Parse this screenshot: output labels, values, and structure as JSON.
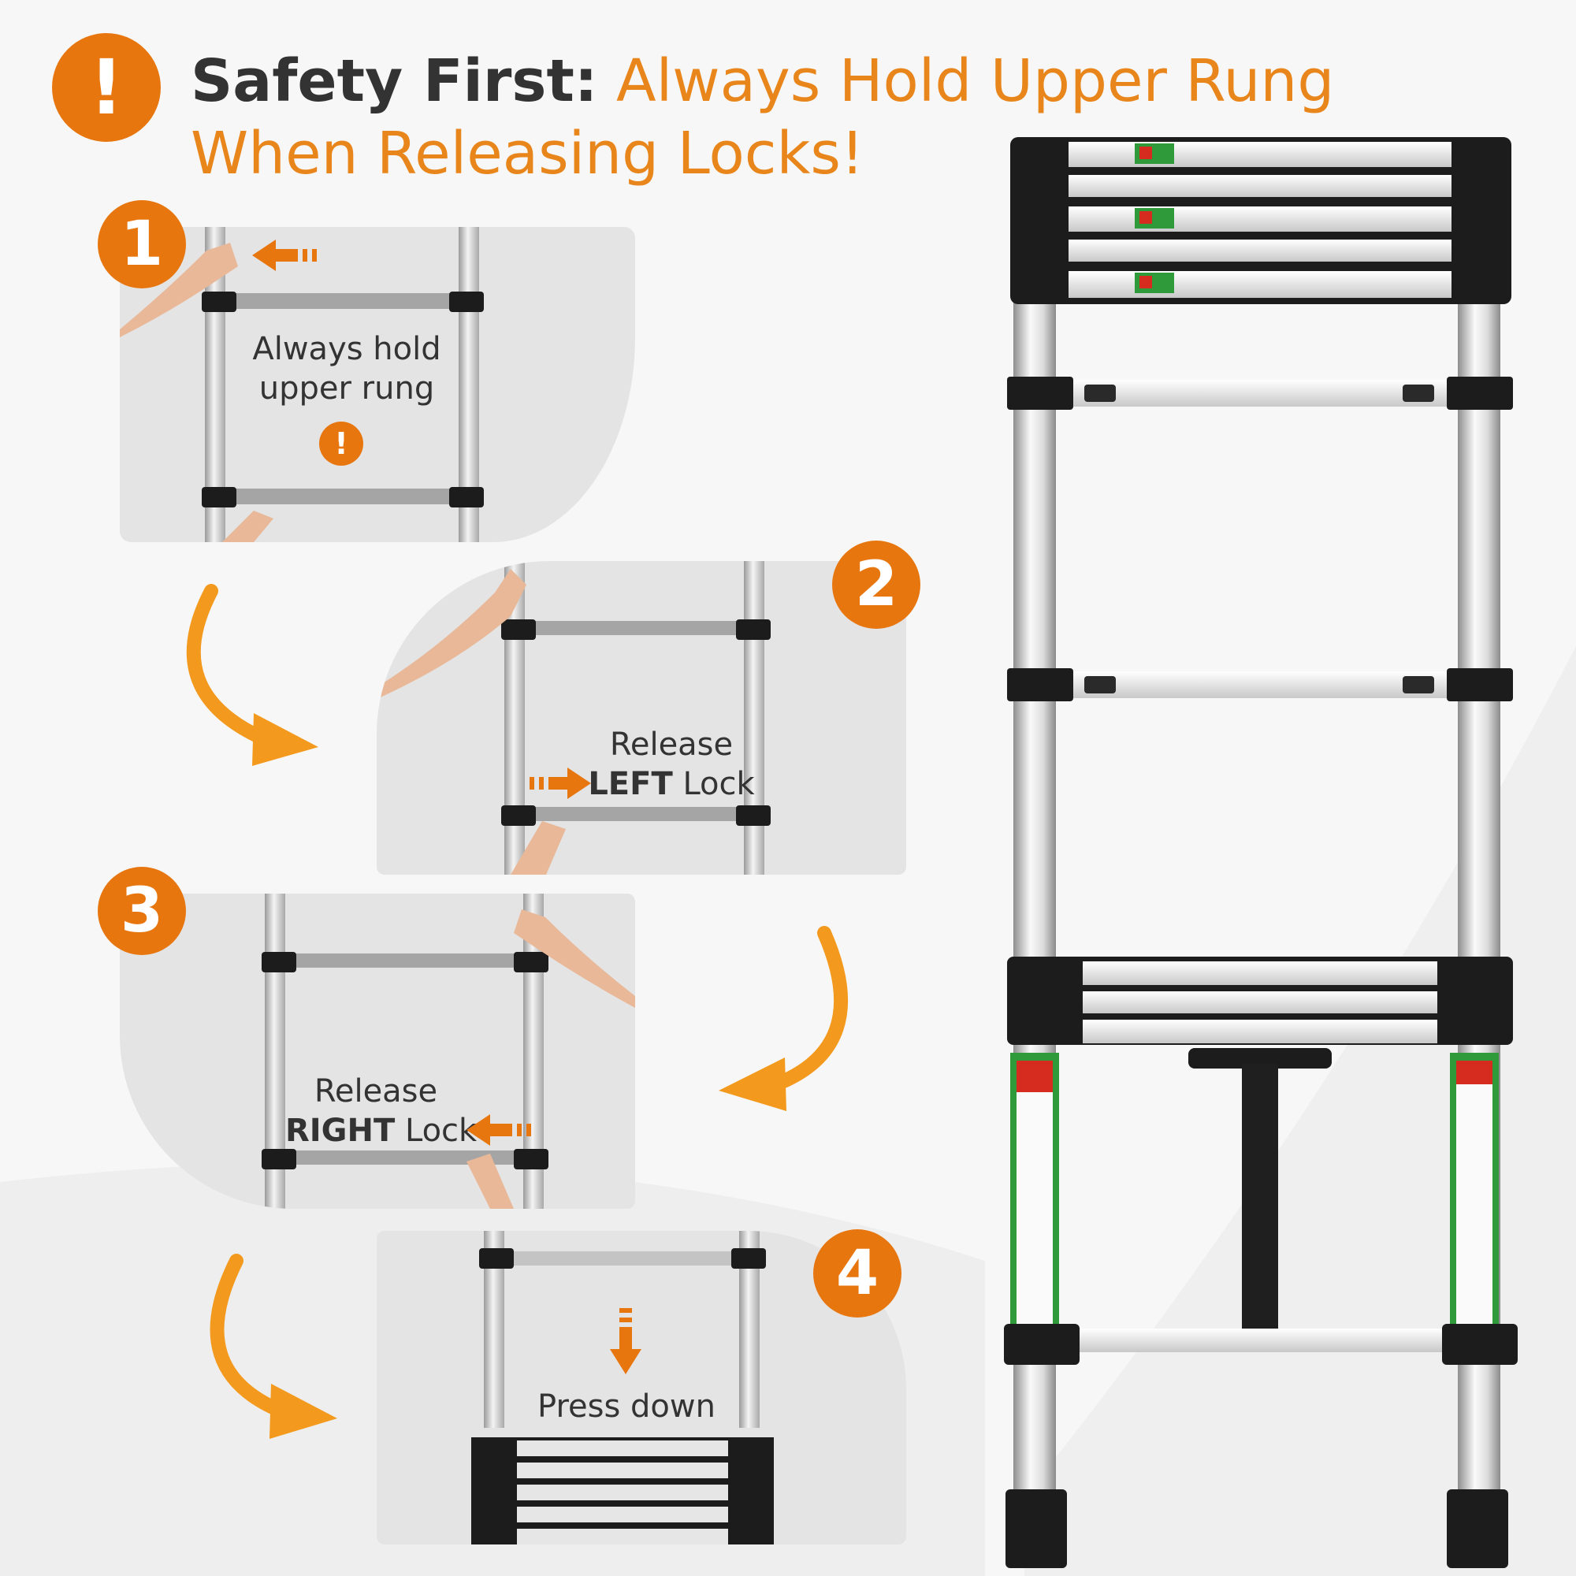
{
  "header": {
    "icon": "!",
    "title_bold": "Safety First:",
    "title_rest": "Always Hold Upper Rung",
    "title_line2": "When Releasing Locks!"
  },
  "steps": [
    {
      "number": "1",
      "caption_line1": "Always hold",
      "caption_line2": "upper rung",
      "warning_icon": "!"
    },
    {
      "number": "2",
      "caption_line1": "Release",
      "caption_bold": "LEFT",
      "caption_rest": " Lock"
    },
    {
      "number": "3",
      "caption_line1": "Release",
      "caption_bold": "RIGHT",
      "caption_rest": " Lock"
    },
    {
      "number": "4",
      "caption_line1": "Press down"
    }
  ],
  "colors": {
    "accent": "#e8760f",
    "arrow": "#f39a1e",
    "text_dark": "#333333",
    "metal": "#d6d6d6",
    "lock_black": "#1c1c1c",
    "label_green": "#2f9a3a",
    "label_red": "#d62b1f"
  }
}
